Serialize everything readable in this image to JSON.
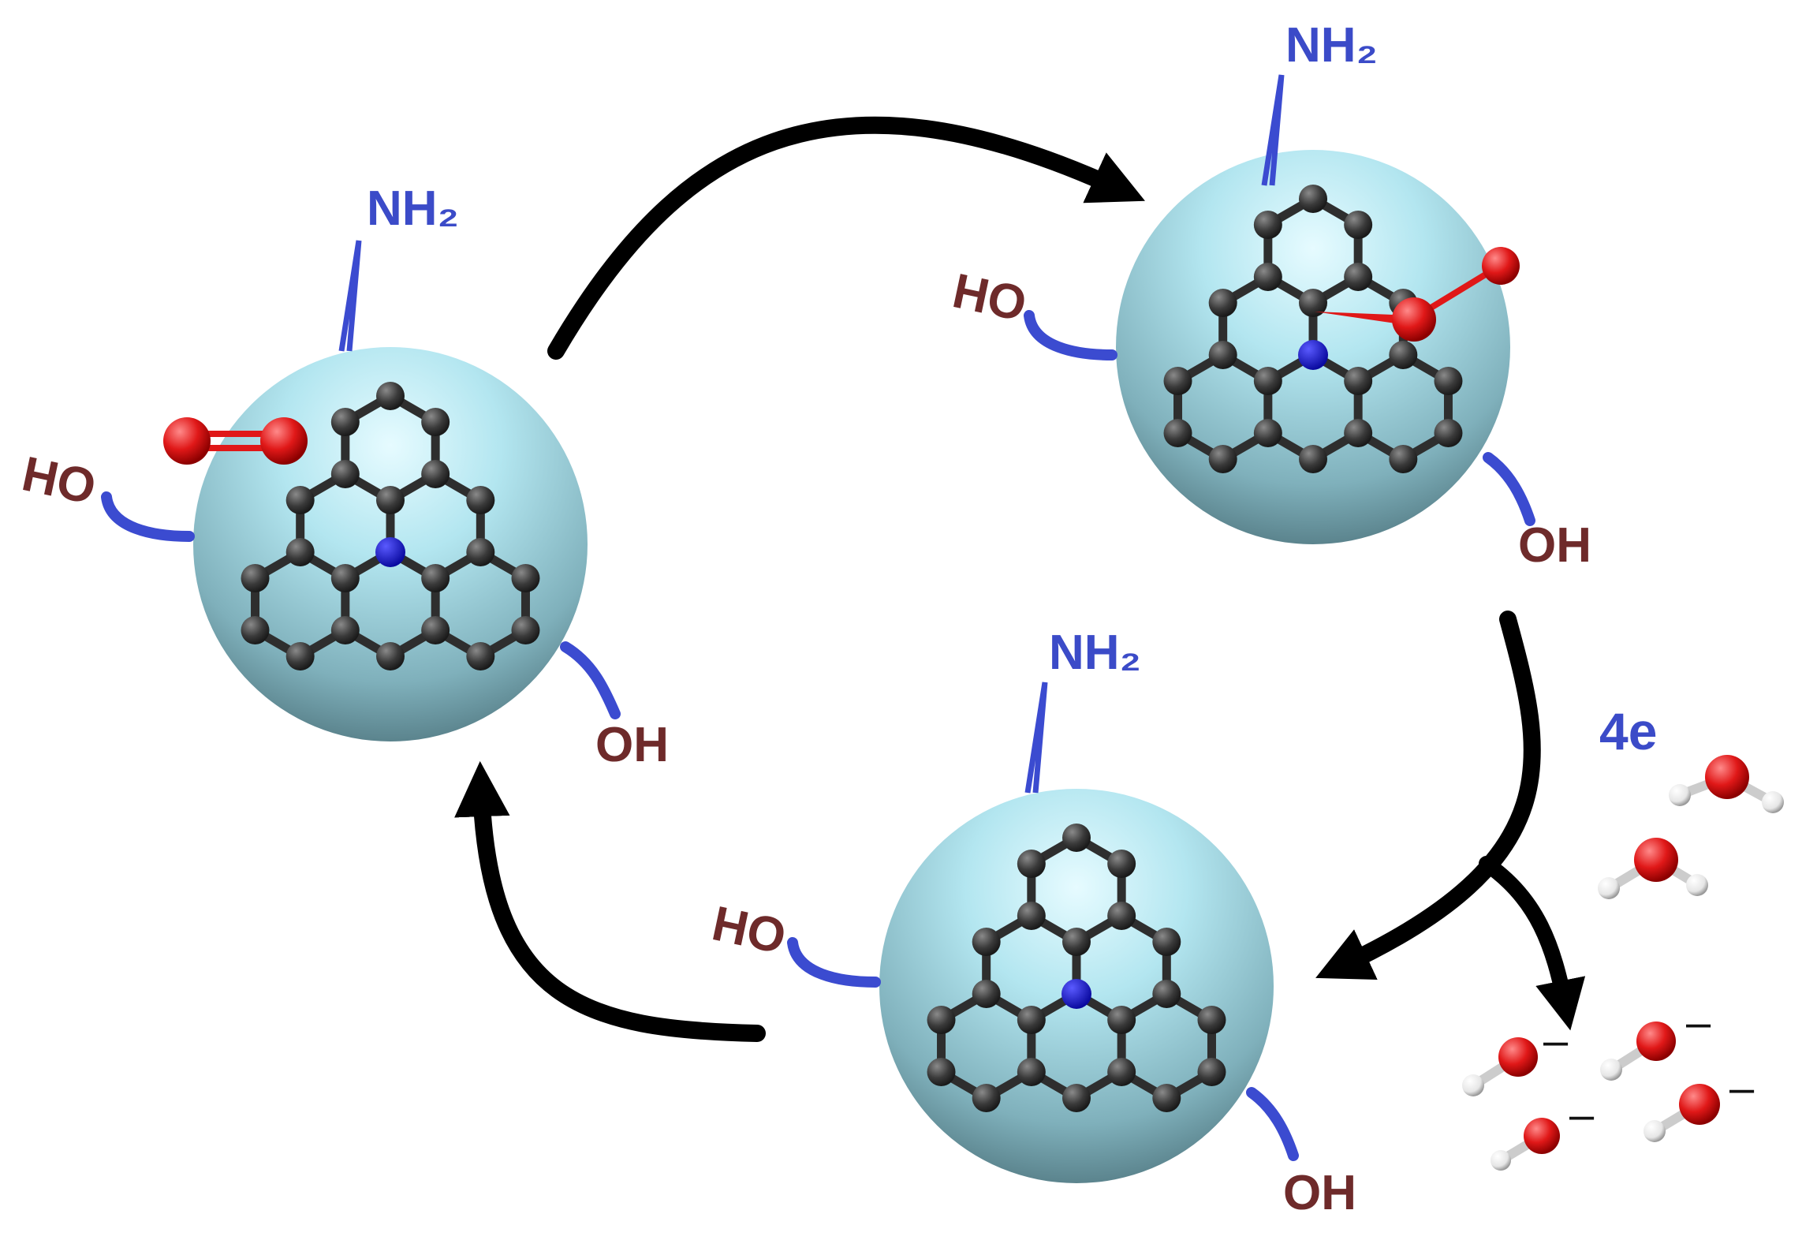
{
  "labels": {
    "amine": "NH₂",
    "hydroxyl_left": "HO",
    "hydroxyl_right": "OH",
    "electrons": "4e",
    "anion_charge": "–"
  },
  "colors": {
    "sphere_top": "#d6f4fb",
    "sphere_mid": "#9fd3df",
    "sphere_bottom": "#5e8590",
    "carbon": "#3a3a3a",
    "nitrogen": "#1f1fd6",
    "oxygen": "#e01818",
    "hydrogen": "#f2f2f2",
    "bond_blue": "#3b4bd0",
    "arrow": "#000000"
  },
  "nodes": [
    {
      "id": "catalyst-with-o2",
      "adsorbate": "O2 molecule"
    },
    {
      "id": "catalyst-o2-adsorbed",
      "adsorbate": "adsorbed O2"
    },
    {
      "id": "catalyst-regenerated",
      "adsorbate": "none"
    }
  ],
  "products": {
    "water_molecules": 2,
    "hydroxide_ions": 4
  }
}
